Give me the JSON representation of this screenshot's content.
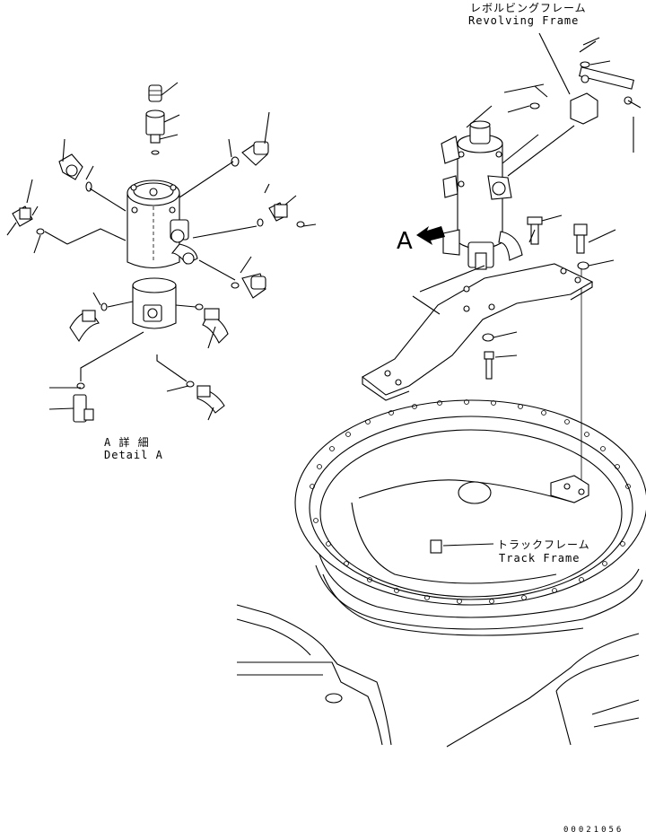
{
  "labels": {
    "revolving_frame_jp": "レボルビングフレーム",
    "revolving_frame_en": "Revolving Frame",
    "detail_letter": "A",
    "detail_jp": "A 詳 細",
    "detail_en": "Detail A",
    "track_frame_jp": "トラックフレーム",
    "track_frame_en": "Track Frame",
    "drawing_code": "00021056"
  }
}
